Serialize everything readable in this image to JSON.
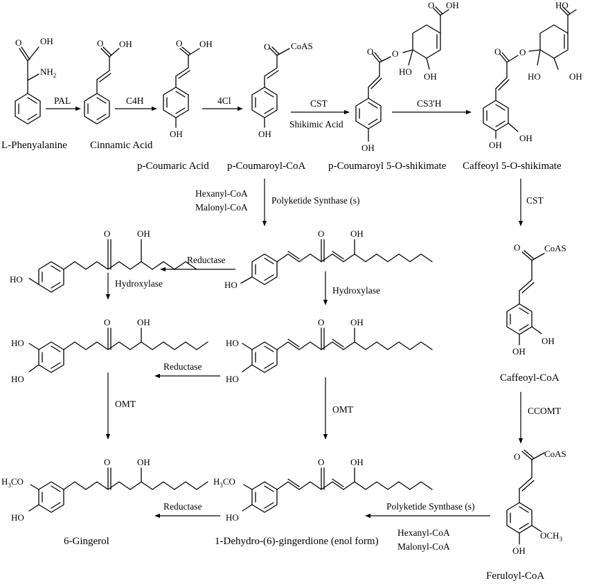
{
  "compounds": {
    "phe": "L-Phenyalanine",
    "cinnamic": "Cinnamic Acid",
    "coumaric": "p-Coumaric Acid",
    "coumaroyl_coa": "p-Coumaroyl-CoA",
    "coumaroyl_shik": "p-Coumaroyl 5-O-shikimate",
    "caffeoyl_shik": "Caffeoyl 5-O-shikimate",
    "caffeoyl_coa": "Caffeoyl-CoA",
    "feruloyl_coa": "Feruloyl-CoA",
    "gingerol": "6-Gingerol",
    "gingerdione": "1-Dehydro-(6)-gingerdione (enol form)"
  },
  "enzymes": {
    "pal": "PAL",
    "c4h": "C4H",
    "fourcl": "4Cl",
    "cst": "CST",
    "shikimic": "Shikimic Acid",
    "cs3h": "CS3'H",
    "cst2": "CST",
    "hexanyl": "Hexanyl-CoA",
    "malonyl": "Malonyl-CoA",
    "pks": "Polyketide Synthase (s)",
    "reductase1": "Reductase",
    "hydroxylase1": "Hydroxylase",
    "hydroxylase2": "Hydroxylase",
    "reductase2": "Reductase",
    "omt1": "OMT",
    "omt2": "OMT",
    "ccomt": "CCOMT",
    "reductase3": "Reductase",
    "pks2": "Polyketide Synthase (s)",
    "hexanyl2": "Hexanyl-CoA",
    "malonyl2": "Malonyl-CoA"
  },
  "atoms": {
    "oh": "OH",
    "o": "O",
    "ho": "HO",
    "nh2": "NH",
    "sub2": "2",
    "coas": "CoAS",
    "h3co_h3": "H",
    "h3co_3": "3",
    "h3co_co": "CO",
    "och3_och": "OCH",
    "och3_3": "3"
  }
}
